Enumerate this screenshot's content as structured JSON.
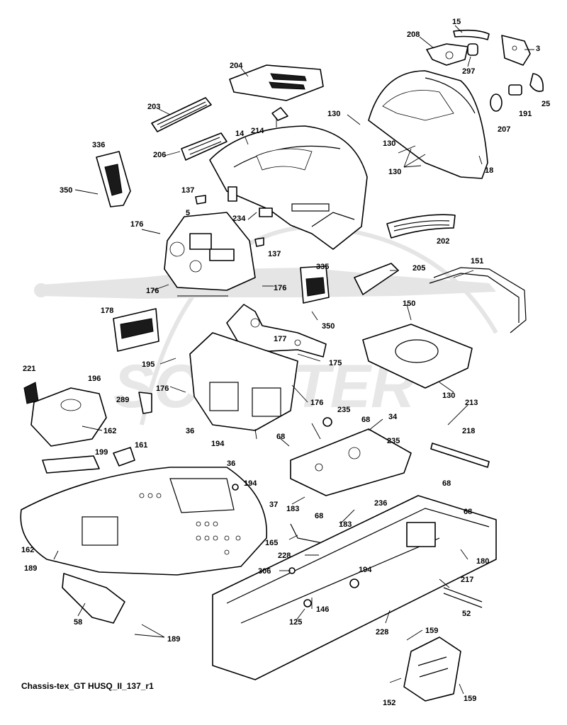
{
  "caption": "Chassis-tex_GT HUSQ_II_137_r1",
  "watermark": "SCOOTER",
  "labels": [
    "15",
    "208",
    "3",
    "297",
    "204",
    "25",
    "203",
    "130",
    "191",
    "207",
    "214",
    "14",
    "130",
    "336",
    "206",
    "130",
    "18",
    "350",
    "137",
    "5",
    "234",
    "176",
    "137",
    "202",
    "335",
    "205",
    "151",
    "176",
    "176",
    "178",
    "177",
    "350",
    "150",
    "175",
    "195",
    "176",
    "221",
    "196",
    "289",
    "176",
    "235",
    "130",
    "213",
    "68",
    "34",
    "218",
    "162",
    "36",
    "68",
    "235",
    "199",
    "161",
    "194",
    "36",
    "68",
    "194",
    "183",
    "68",
    "236",
    "37",
    "68",
    "183",
    "165",
    "228",
    "162",
    "180",
    "306",
    "194",
    "189",
    "217",
    "146",
    "58",
    "125",
    "228",
    "52",
    "189",
    "159",
    "152",
    "159"
  ],
  "colors": {
    "ink": "#000000",
    "watermark": "#d0d0d0",
    "background": "#ffffff"
  }
}
